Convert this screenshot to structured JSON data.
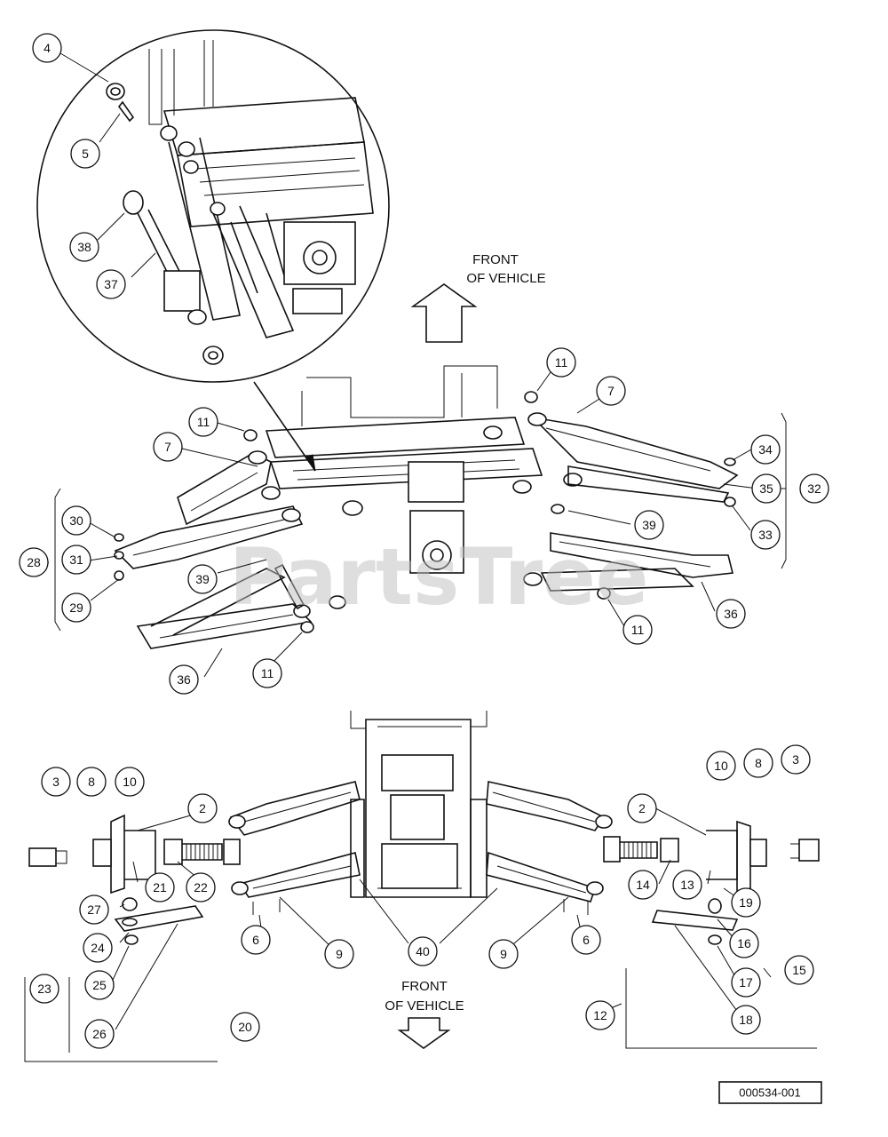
{
  "labels": {
    "front_top_line1": "FRONT",
    "front_top_line2": "OF VEHICLE",
    "front_bottom_line1": "FRONT",
    "front_bottom_line2": "OF VEHICLE",
    "drawing_number": "000534-001",
    "watermark": "PartsTree"
  },
  "callouts": [
    {
      "id": "c4",
      "text": "4"
    },
    {
      "id": "c5",
      "text": "5"
    },
    {
      "id": "c38",
      "text": "38"
    },
    {
      "id": "c37",
      "text": "37"
    },
    {
      "id": "c11a",
      "text": "11"
    },
    {
      "id": "c7a",
      "text": "7"
    },
    {
      "id": "c11b",
      "text": "11"
    },
    {
      "id": "c7b",
      "text": "7"
    },
    {
      "id": "c34",
      "text": "34"
    },
    {
      "id": "c35",
      "text": "35"
    },
    {
      "id": "c32",
      "text": "32"
    },
    {
      "id": "c33",
      "text": "33"
    },
    {
      "id": "c39a",
      "text": "39"
    },
    {
      "id": "c30",
      "text": "30"
    },
    {
      "id": "c31",
      "text": "31"
    },
    {
      "id": "c28",
      "text": "28"
    },
    {
      "id": "c29",
      "text": "29"
    },
    {
      "id": "c39b",
      "text": "39"
    },
    {
      "id": "c36a",
      "text": "36"
    },
    {
      "id": "c11c",
      "text": "11"
    },
    {
      "id": "c11d",
      "text": "11"
    },
    {
      "id": "c36b",
      "text": "36"
    },
    {
      "id": "c3a",
      "text": "3"
    },
    {
      "id": "c8a",
      "text": "8"
    },
    {
      "id": "c10a",
      "text": "10"
    },
    {
      "id": "c2a",
      "text": "2"
    },
    {
      "id": "c21",
      "text": "21"
    },
    {
      "id": "c22",
      "text": "22"
    },
    {
      "id": "c27",
      "text": "27"
    },
    {
      "id": "c24",
      "text": "24"
    },
    {
      "id": "c25",
      "text": "25"
    },
    {
      "id": "c23",
      "text": "23"
    },
    {
      "id": "c26",
      "text": "26"
    },
    {
      "id": "c20",
      "text": "20"
    },
    {
      "id": "c6a",
      "text": "6"
    },
    {
      "id": "c9a",
      "text": "9"
    },
    {
      "id": "c40",
      "text": "40"
    },
    {
      "id": "c9b",
      "text": "9"
    },
    {
      "id": "c6b",
      "text": "6"
    },
    {
      "id": "c10b",
      "text": "10"
    },
    {
      "id": "c8b",
      "text": "8"
    },
    {
      "id": "c3b",
      "text": "3"
    },
    {
      "id": "c2b",
      "text": "2"
    },
    {
      "id": "c14",
      "text": "14"
    },
    {
      "id": "c13",
      "text": "13"
    },
    {
      "id": "c19",
      "text": "19"
    },
    {
      "id": "c16",
      "text": "16"
    },
    {
      "id": "c15",
      "text": "15"
    },
    {
      "id": "c17",
      "text": "17"
    },
    {
      "id": "c18",
      "text": "18"
    },
    {
      "id": "c12",
      "text": "12"
    }
  ]
}
